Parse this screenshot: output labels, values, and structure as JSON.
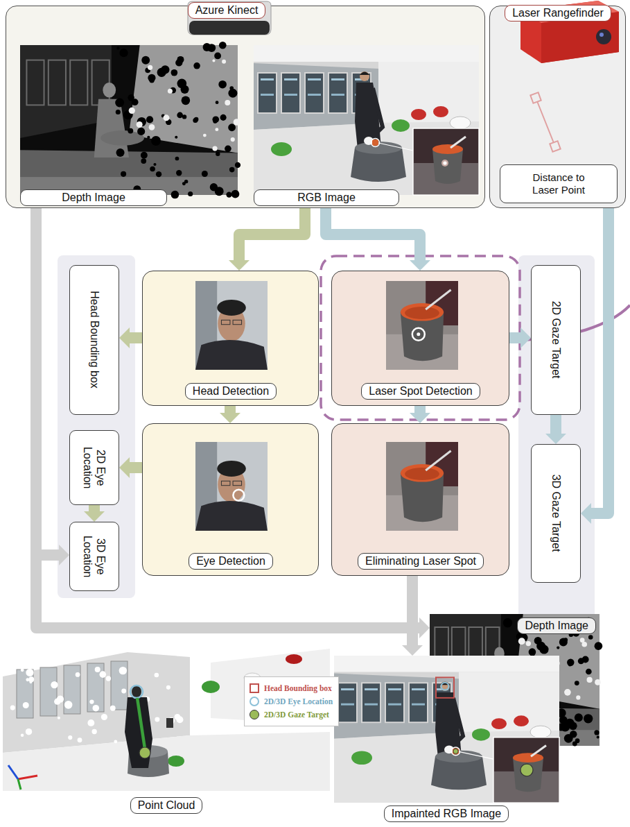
{
  "diagram": {
    "nodes": [
      {
        "text": [
          "Azure Kinect"
        ]
      },
      {
        "text": [
          "Depth Image"
        ],
        "in": 0
      },
      {
        "text": [
          "RGB Image"
        ],
        "in": 0
      },
      {
        "text": [
          "Laser Rangefinder"
        ]
      },
      {
        "text": [
          "Distance to Laser Point"
        ],
        "in": 3
      },
      {
        "text": [
          "Head Bounding box"
        ]
      },
      {
        "text": [
          "2D Eye Location"
        ]
      },
      {
        "text": [
          "3D Eye Location"
        ]
      },
      {
        "text": [
          "Head Detection"
        ]
      },
      {
        "text": [
          "Eye Detection"
        ]
      },
      {
        "text": [
          "Laser Spot Detection"
        ]
      },
      {
        "text": [
          "Eliminating Laser Spot"
        ]
      },
      {
        "text": [
          "2D Gaze Target"
        ]
      },
      {
        "text": [
          "3D Gaze Target"
        ]
      },
      {
        "text": [
          "Point Cloud"
        ]
      },
      {
        "text": [
          "Impainted RGB Image"
        ]
      },
      {
        "text": [
          "Depth Image"
        ]
      }
    ],
    "edges": [
      {
        "from": 2,
        "to": 8,
        "arrow": "to"
      },
      {
        "from": 2,
        "to": 10,
        "arrow": "to"
      },
      {
        "from": 1,
        "to": 7,
        "arrow": "to"
      },
      {
        "from": 1,
        "to": 16,
        "arrow": "to"
      },
      {
        "from": 4,
        "to": 13,
        "arrow": "to"
      },
      {
        "from": 8,
        "to": 5,
        "arrow": "to"
      },
      {
        "from": 8,
        "to": 9,
        "arrow": "to"
      },
      {
        "from": 9,
        "to": 6,
        "arrow": "to"
      },
      {
        "from": 6,
        "to": 7,
        "arrow": "to"
      },
      {
        "from": 10,
        "to": 12,
        "arrow": "to"
      },
      {
        "from": 10,
        "to": 11,
        "arrow": "to"
      },
      {
        "from": 12,
        "to": 13,
        "arrow": "to"
      },
      {
        "from": 11,
        "to": 15,
        "arrow": "to"
      }
    ],
    "legend": [
      {
        "text": "Head Bounding box"
      },
      {
        "text": "2D/3D Eye Location"
      },
      {
        "text": "2D/3D Gaze Target",
        "color": "#9bbb59"
      }
    ]
  }
}
